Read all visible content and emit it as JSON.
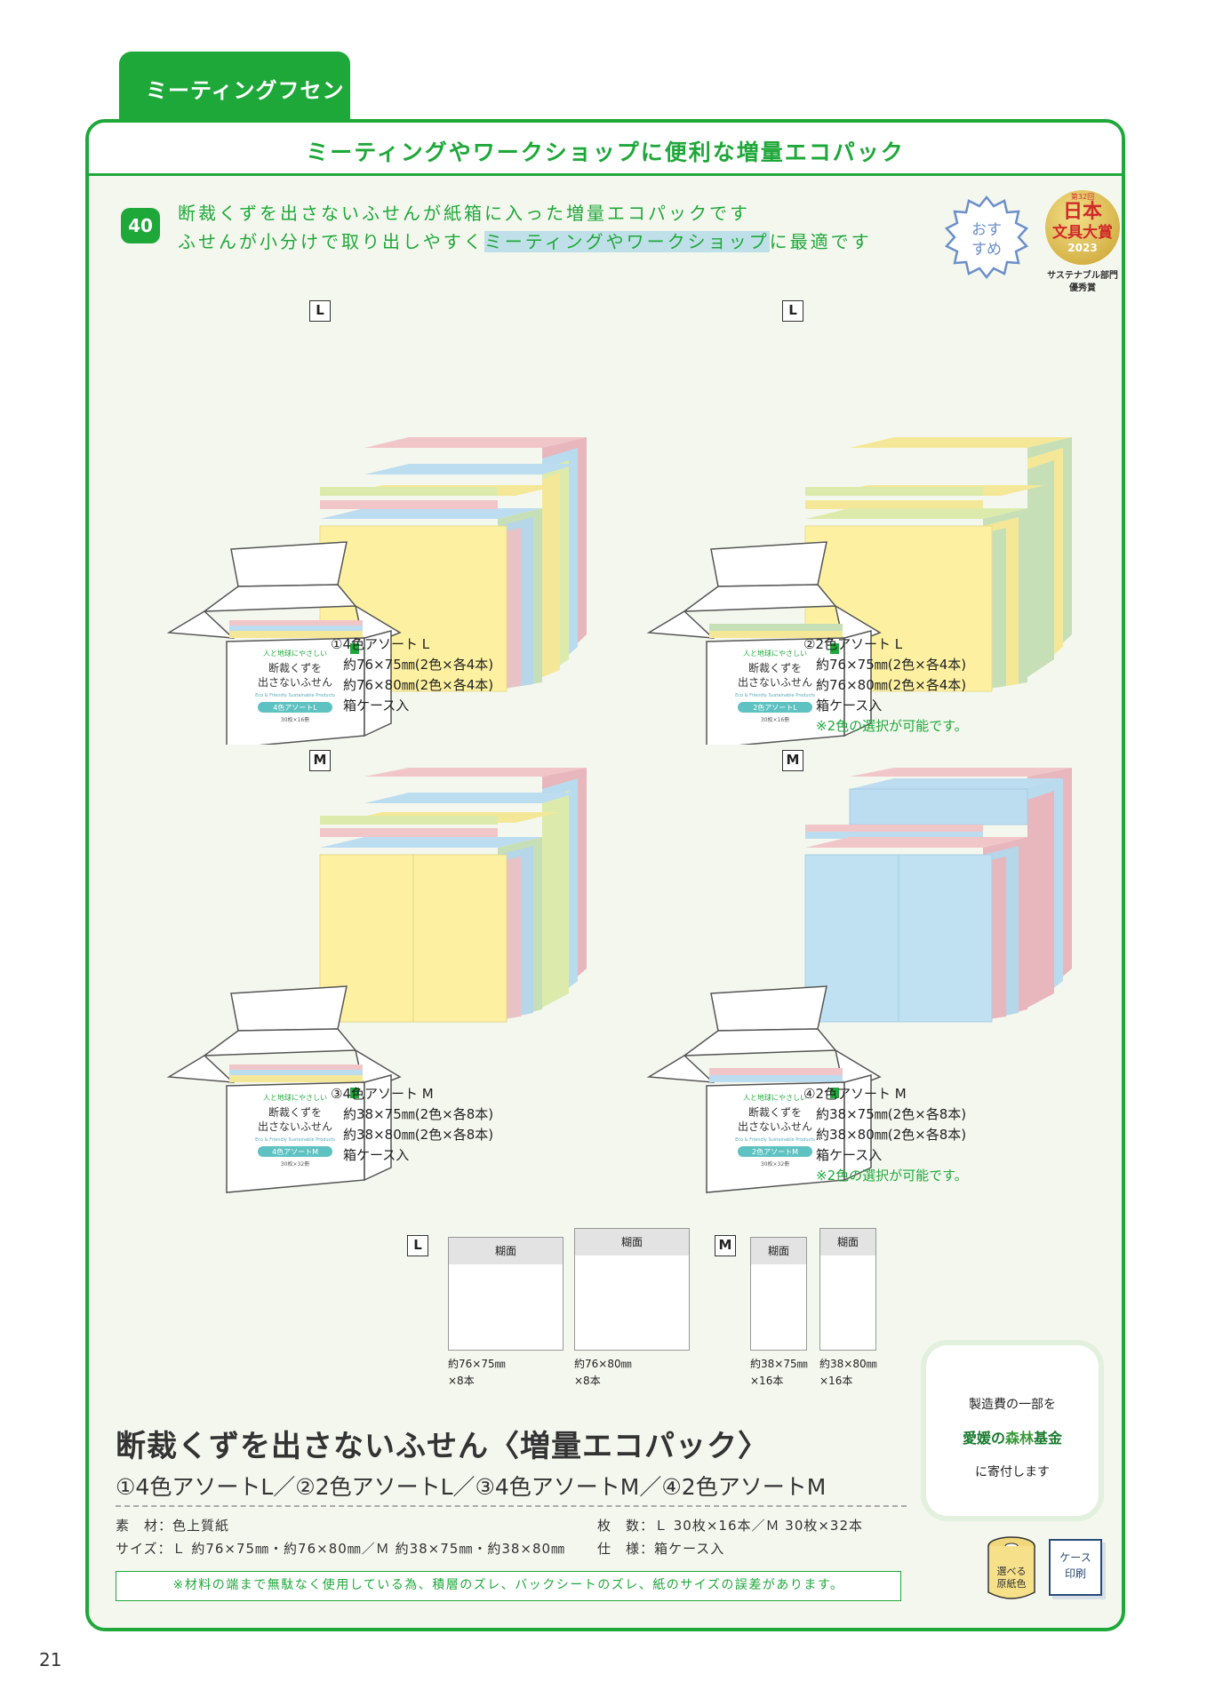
{
  "page": {
    "category_tab": "ミーティングフセン",
    "header": "ミーティングやワークショップに便利な増量エコパック",
    "item_number": "40",
    "intro_line1": "断裁くずを出さないふせんが紙箱に入った増量エコパックです",
    "intro_line2_pre": "ふせんが小分けで取り出しやすく",
    "intro_line2_hl": "ミーティングやワークショップ",
    "intro_line2_post": "に最適です",
    "page_number": "21"
  },
  "badges": {
    "osusume_line1": "おす",
    "osusume_line2": "すめ",
    "award_edition": "第32回",
    "award_name_1": "日本",
    "award_name_2": "文具大賞",
    "award_year": "2023",
    "award_sub_1": "サステナブル部門",
    "award_sub_2": "優秀賞"
  },
  "box_label": {
    "small": "人と地球にやさしい",
    "name_1": "断裁くずを",
    "name_2": "出さないふせん",
    "en": "Eco & Friendly Sustainable Products",
    "band_L4": "4色アソートL",
    "band_L2": "2色アソートL",
    "band_M4": "4色アソートM",
    "band_M2": "2色アソートM",
    "count_L": "30枚×16冊",
    "count_M": "30枚×32冊"
  },
  "products": [
    {
      "size_tag": "L",
      "name": "①4色アソート L",
      "spec1": "約76×75㎜(2色×各4本)",
      "spec2": "約76×80㎜(2色×各4本)",
      "case": "箱ケース入",
      "note": ""
    },
    {
      "size_tag": "L",
      "name": "②2色アソート L",
      "spec1": "約76×75㎜(2色×各4本)",
      "spec2": "約76×80㎜(2色×各4本)",
      "case": "箱ケース入",
      "note": "※2色の選択が可能です。"
    },
    {
      "size_tag": "M",
      "name": "③4色アソート M",
      "spec1": "約38×75㎜(2色×各8本)",
      "spec2": "約38×80㎜(2色×各8本)",
      "case": "箱ケース入",
      "note": ""
    },
    {
      "size_tag": "M",
      "name": "④2色アソート M",
      "spec1": "約38×75㎜(2色×各8本)",
      "spec2": "約38×80㎜(2色×各8本)",
      "case": "箱ケース入",
      "note": "※2色の選択が可能です。"
    }
  ],
  "diagram": {
    "tag_L": "L",
    "tag_M": "M",
    "glue": "糊面",
    "sheets": [
      {
        "dim": "約76×75㎜",
        "count": "×8本"
      },
      {
        "dim": "約76×80㎜",
        "count": "×8本"
      },
      {
        "dim": "約38×75㎜",
        "count": "×16本"
      },
      {
        "dim": "約38×80㎜",
        "count": "×16本"
      }
    ]
  },
  "donation": {
    "line1": "製造費の一部を",
    "fund_pre": "愛媛の",
    "fund_mid": "森林",
    "fund_post": "基金",
    "line3": "に寄付します"
  },
  "product_title": "断裁くずを出さないふせん〈増量エコパック〉",
  "product_subtitle": "①4色アソートL／②2色アソートL／③4色アソートM／④2色アソートM",
  "specs": {
    "material": "素　材：色上質紙",
    "size": "サイズ：Ｌ 約76×75㎜・約76×80㎜／Ｍ 約38×75㎜・約38×80㎜",
    "sheets": "枚　数：Ｌ 30枚×16本／Ｍ 30枚×32本",
    "style": "仕　様：箱ケース入"
  },
  "notice": "※材料の端まで無駄なく使用している為、積層のズレ、バックシートのズレ、紙のサイズの誤差があります。",
  "icons": {
    "roll_1": "選べる",
    "roll_2": "原紙色",
    "case_1": "ケース",
    "case_2": "印刷"
  },
  "colors": {
    "brand_green": "#1fa83a",
    "pad_yellow": "#fdf1a1",
    "pad_blue": "#bfe1f1",
    "pad_pink": "#eec8c8",
    "pad_green": "#d9eaa8"
  }
}
